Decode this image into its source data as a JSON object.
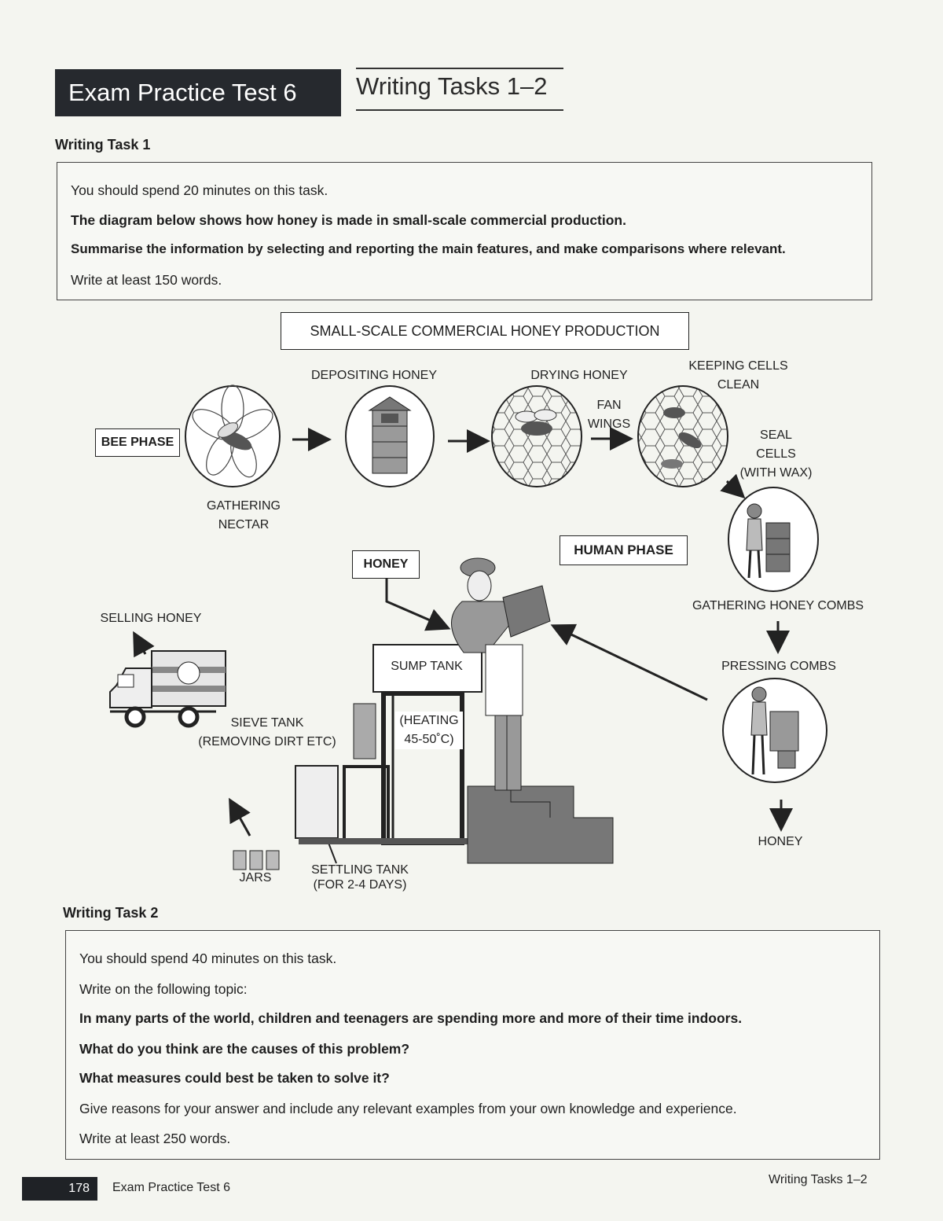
{
  "header": {
    "dark_title": "Exam Practice  Test 6",
    "light_title": "Writing Tasks 1–2"
  },
  "task1": {
    "heading": "Writing Task 1",
    "lines": [
      "You should spend 20 minutes on this task.",
      "The diagram below shows how honey is made in small-scale commercial production.",
      "Summarise the information by selecting and reporting the main features, and make comparisons where relevant.",
      "Write at least 150 words."
    ]
  },
  "diagram": {
    "title": "SMALL-SCALE COMMERCIAL HONEY PRODUCTION",
    "bee_phase": "BEE PHASE",
    "human_phase": "HUMAN  PHASE",
    "gathering_nectar_1": "GATHERING",
    "gathering_nectar_2": "NECTAR",
    "depositing_honey": "DEPOSITING HONEY",
    "drying_honey": "DRYING HONEY",
    "fan_wings_1": "FAN",
    "fan_wings_2": "WINGS",
    "keeping_cells_1": "KEEPING CELLS",
    "keeping_cells_2": "CLEAN",
    "seal_cells_1": "SEAL",
    "seal_cells_2": "CELLS",
    "seal_cells_3": "(WITH WAX)",
    "gathering_combs": "GATHERING HONEY COMBS",
    "pressing_combs": "PRESSING COMBS",
    "honey_bottom": "HONEY",
    "honey_box": "HONEY",
    "selling_honey": "SELLING HONEY",
    "sump_tank": "SUMP TANK",
    "heating_1": "(HEATING",
    "heating_2": "45-50˚C)",
    "sieve_tank_1": "SIEVE TANK",
    "sieve_tank_2": "(REMOVING DIRT ETC)",
    "jars": "JARS",
    "settling_1": "SETTLING TANK",
    "settling_2": "(FOR 2-4 DAYS)"
  },
  "task2": {
    "heading": "Writing Task 2",
    "lines": [
      "You should spend 40 minutes on this task.",
      "Write on the following topic:",
      "In many parts of the world, children and teenagers are spending more and more of their time indoors.",
      "What do you think are the causes of this problem?",
      "What measures could best be taken to solve it?",
      "Give reasons for your answer and include any relevant examples from your own knowledge and experience.",
      "Write at least 250 words."
    ]
  },
  "footer": {
    "page_number": "178",
    "left_text": "Exam Practice  Test 6",
    "right_text": "Writing Tasks 1–2"
  }
}
